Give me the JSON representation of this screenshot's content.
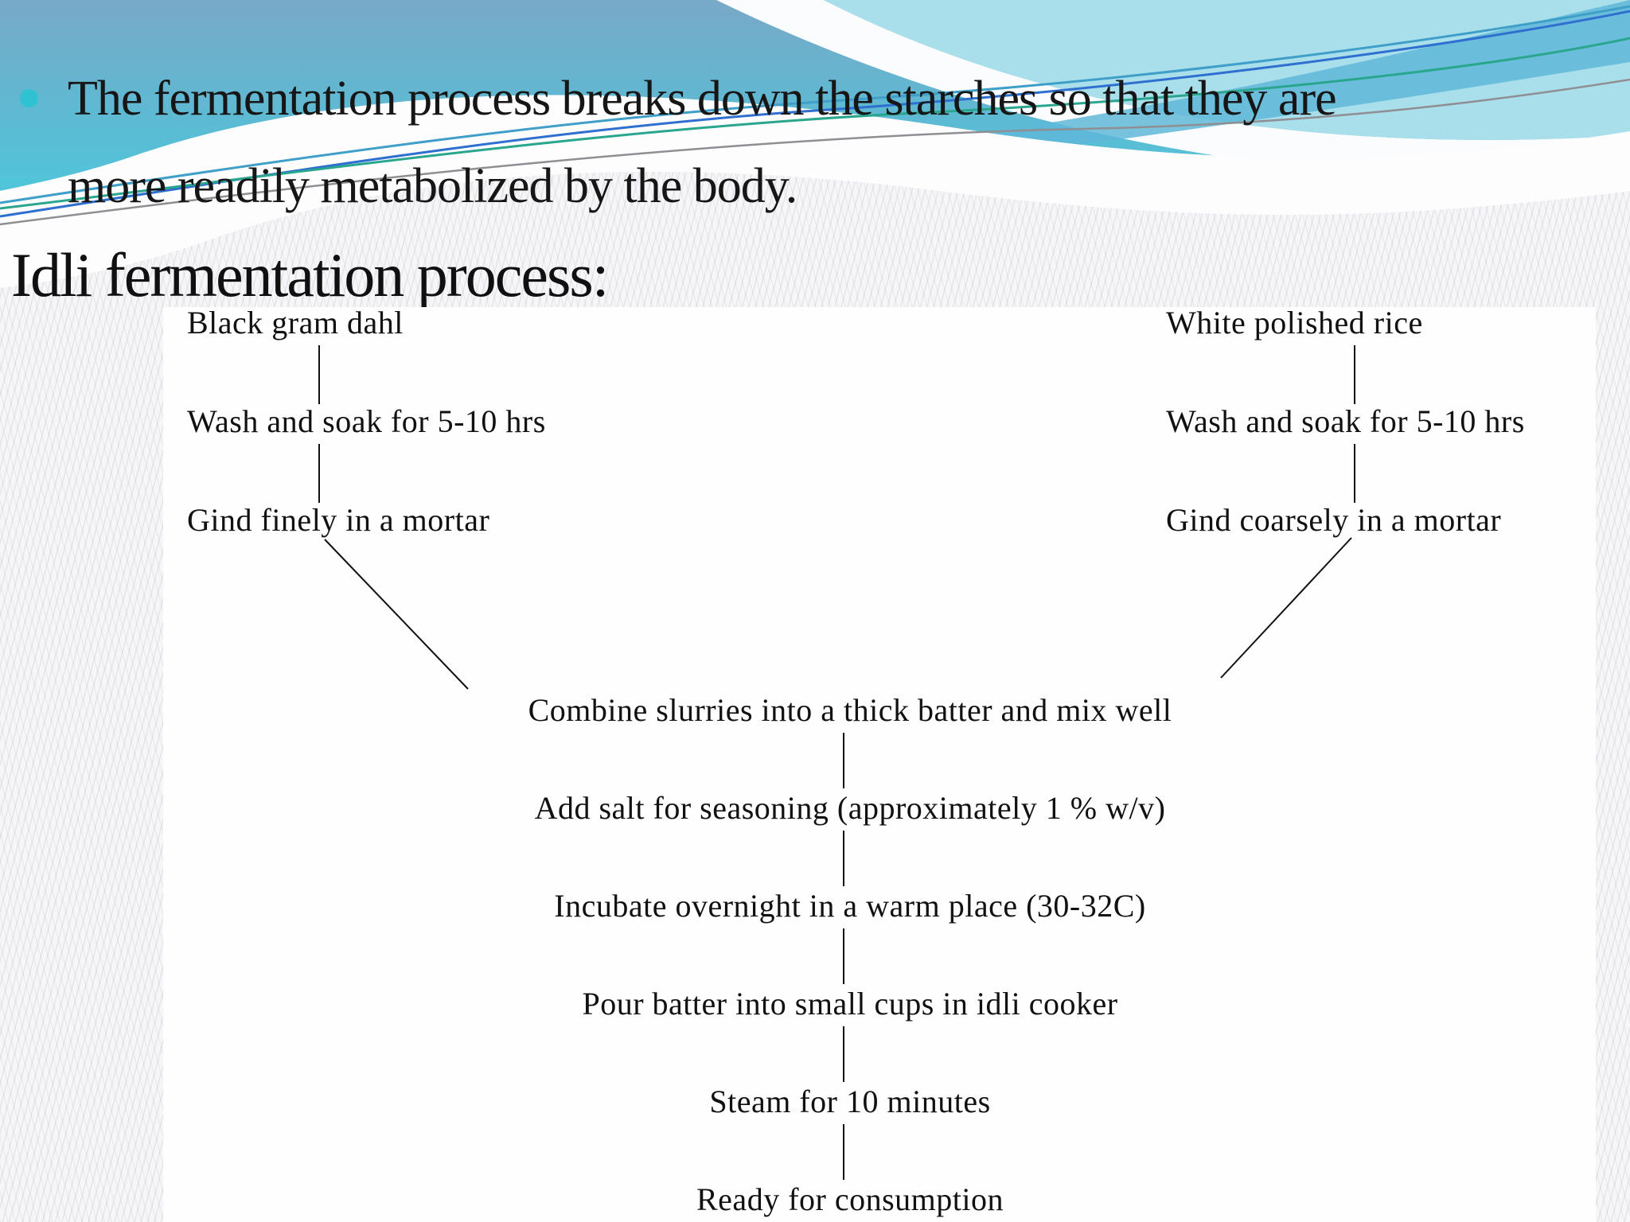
{
  "slide": {
    "intro": {
      "lines": [
        "The fermentation process breaks down the starches so that they are",
        "more readily metabolized by the body."
      ]
    },
    "title": "Idli fermentation process:",
    "flowchart": {
      "left_branch": {
        "source": "Black gram dahl",
        "step1": "Wash and soak for 5-10 hrs",
        "step2": "Gind finely in a mortar"
      },
      "right_branch": {
        "source": "White polished rice",
        "step1": "Wash and soak for 5-10 hrs",
        "step2": "Gind coarsely in a mortar"
      },
      "merged": {
        "step1": "Combine slurries into a thick batter and mix well",
        "step2": "Add salt for seasoning (approximately 1 % w/v)",
        "step3": "Incubate overnight in a warm place (30-32C)",
        "step4": "Pour batter into small cups in idli cooker",
        "step5": "Steam for 10 minutes",
        "step6": "Ready for consumption"
      }
    },
    "theme": {
      "bullet_color": "#2fc2d3",
      "wave_slate_blue": "#78a9c7",
      "wave_cyan": "#4fc5da",
      "wave_light_cyan": "#a9dfeb",
      "accent_green": "#2aa68f",
      "accent_blue": "#2e6fd0",
      "accent_teal": "#3f9fc8",
      "accent_gray": "#8f8f93",
      "text_color": "#161616",
      "diagram_background": "#fefeff"
    }
  }
}
